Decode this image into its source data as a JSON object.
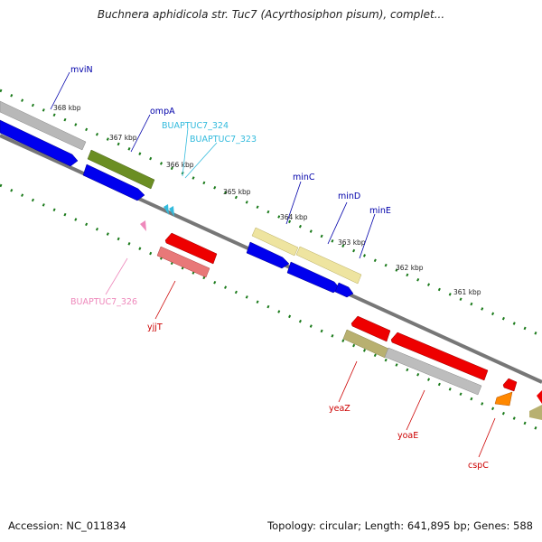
{
  "title": "Buchnera aphidicola str. Tuc7 (Acyrthosiphon pisum), complet...",
  "footer": {
    "accession": "Accession: NC_011834",
    "summary": "Topology: circular; Length: 641,895 bp; Genes: 588"
  },
  "ticks": [
    "368 kbp",
    "367 kbp",
    "366 kbp",
    "365 kbp",
    "364 kbp",
    "363 kbp",
    "362 kbp",
    "361 kbp"
  ],
  "genes": [
    {
      "name": "mviN",
      "color": "#0000aa"
    },
    {
      "name": "ompA",
      "color": "#0000aa"
    },
    {
      "name": "BUAPTUC7_324",
      "color": "#33bbdd"
    },
    {
      "name": "BUAPTUC7_323",
      "color": "#33bbdd"
    },
    {
      "name": "minC",
      "color": "#0000aa"
    },
    {
      "name": "minD",
      "color": "#0000aa"
    },
    {
      "name": "minE",
      "color": "#0000aa"
    },
    {
      "name": "BUAPTUC7_326",
      "color": "#ee88bb"
    },
    {
      "name": "yjjT",
      "color": "#cc0000"
    },
    {
      "name": "yeaZ",
      "color": "#cc0000"
    },
    {
      "name": "yoaE",
      "color": "#cc0000"
    },
    {
      "name": "cspC",
      "color": "#cc0000"
    }
  ],
  "feature_colors": {
    "backbone": "#777777",
    "tick_dots": "#1a7a1a",
    "cds_forward": "#0000ee",
    "cds_reverse": "#ee0000",
    "gene_gray": "#aaaaaa",
    "gene_olive": "#6b8e23",
    "gene_khaki": "#e6dc8c",
    "gene_pink": "#e87878",
    "gene_orange": "#ff8800",
    "gene_cyan": "#33bbdd"
  }
}
